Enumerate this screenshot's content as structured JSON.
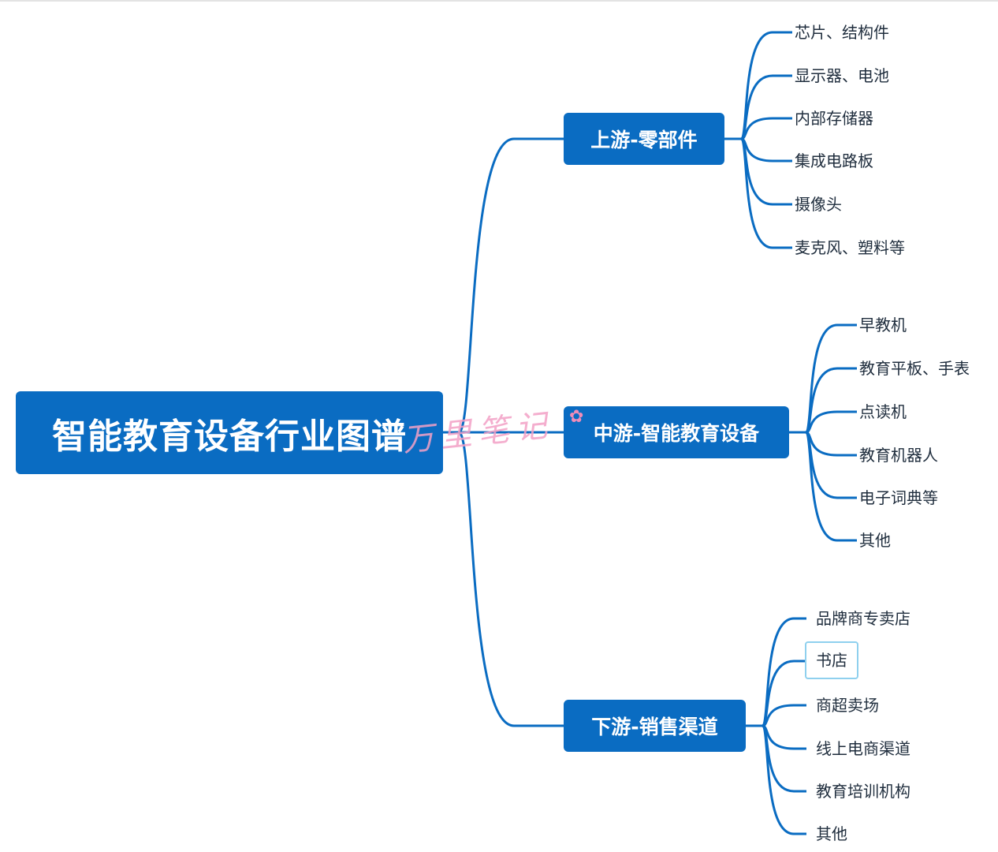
{
  "root": {
    "label": "智能教育设备行业图谱"
  },
  "branches": [
    {
      "label": "上游-零部件",
      "children": [
        "芯片、结构件",
        "显示器、电池",
        "内部存储器",
        "集成电路板",
        "摄像头",
        "麦克风、塑料等"
      ]
    },
    {
      "label": "中游-智能教育设备",
      "children": [
        "早教机",
        "教育平板、手表",
        "点读机",
        "教育机器人",
        "电子词典等",
        "其他"
      ]
    },
    {
      "label": "下游-销售渠道",
      "children": [
        "品牌商专卖店",
        "书店",
        "商超卖场",
        "线上电商渠道",
        "教育培训机构",
        "其他"
      ]
    }
  ],
  "watermark": {
    "text": "万里笔记",
    "icon": "flower-icon"
  },
  "colors": {
    "node_fill": "#0a6cc2",
    "link": "#0a6cc2",
    "leaf_text": "#1f2d3d",
    "selection": "#8fd0ee",
    "watermark": "#f3a1c6"
  }
}
